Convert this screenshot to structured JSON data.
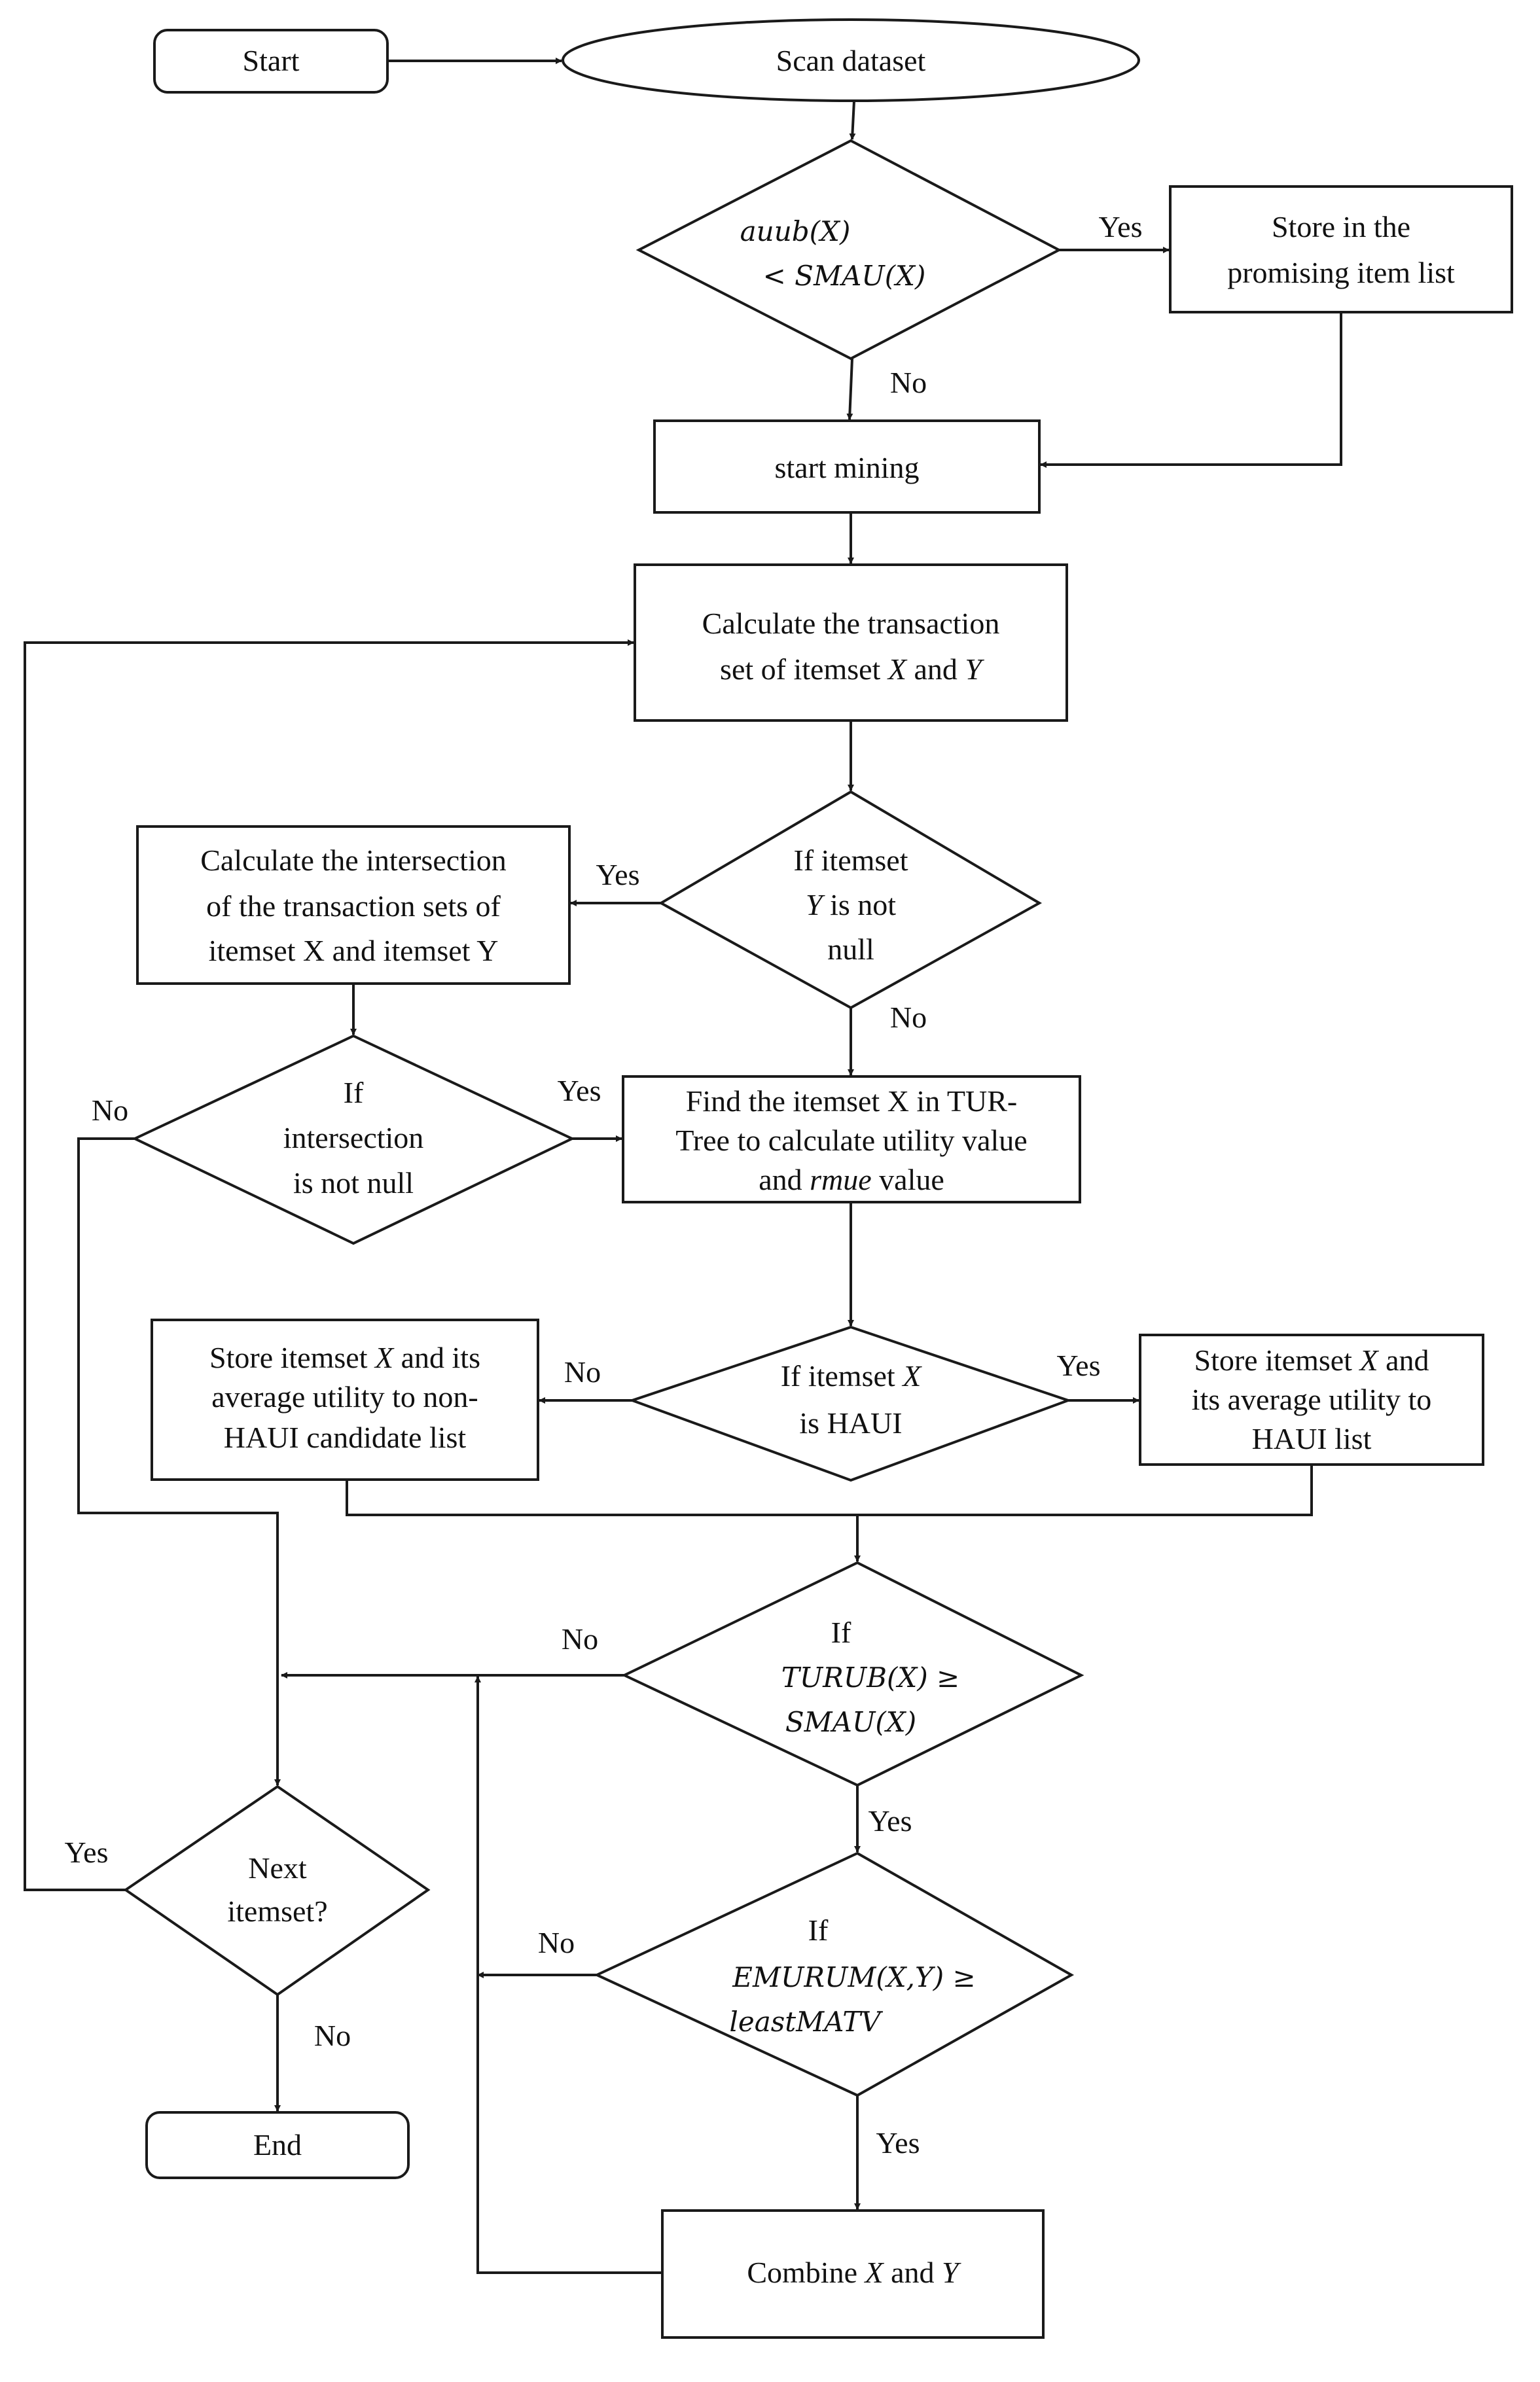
{
  "nodes": {
    "start": "Start",
    "scan": "Scan dataset",
    "d_auub": [
      "auub(X)",
      "< SMAU(X)"
    ],
    "store_promising": [
      "Store in the",
      "promising item list"
    ],
    "start_mining": "start mining",
    "calc_tset": [
      "Calculate the transaction",
      "set of itemset ",
      "X",
      " and ",
      "Y"
    ],
    "d_ynull": [
      "If itemset",
      "Y",
      " is not",
      "null"
    ],
    "calc_inter": [
      "Calculate the intersection",
      "of the transaction sets of",
      "itemset X and itemset Y"
    ],
    "d_inter": [
      "If",
      "intersection",
      "is not null"
    ],
    "find_x": [
      "Find the itemset X in TUR-",
      "Tree to calculate utility value",
      "and ",
      "rmue",
      " value"
    ],
    "d_haui": [
      "If itemset ",
      "X",
      "is HAUI"
    ],
    "store_non": [
      "Store itemset ",
      "X",
      " and its",
      "average utility to non-",
      "HAUI candidate list"
    ],
    "store_haui": [
      "Store itemset ",
      "X",
      " and",
      "its average utility to",
      "HAUI list"
    ],
    "d_turub": [
      "If",
      "TURUB(X) ≥",
      "SMAU(X)"
    ],
    "d_next": [
      "Next",
      "itemset?"
    ],
    "d_emurum": [
      "If",
      "EMURUM(X,Y) ≥",
      "leastMATV"
    ],
    "end": "End",
    "combine": [
      "Combine ",
      "X",
      " and ",
      "Y"
    ]
  },
  "edge_labels": {
    "yes": "Yes",
    "no": "No"
  }
}
